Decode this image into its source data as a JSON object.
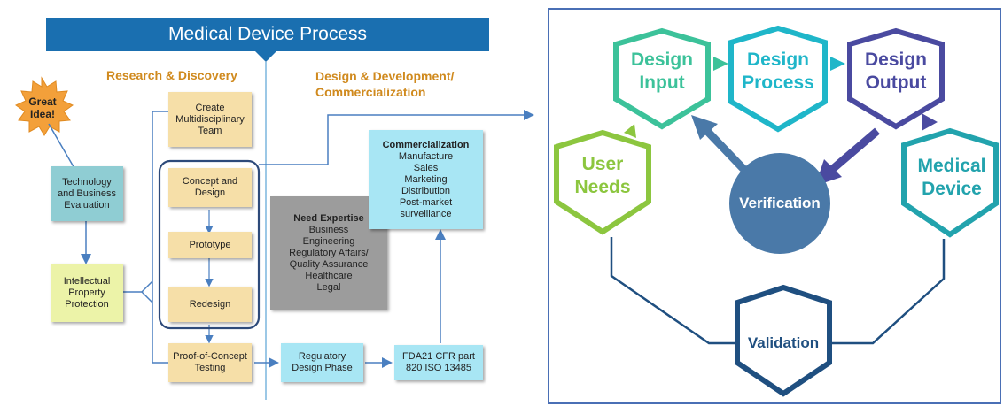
{
  "left_flowchart": {
    "banner_title": "Medical Device Process",
    "headings": {
      "research": "Research & Discovery",
      "design_dev": "Design & Development/\nCommercialization"
    },
    "great_idea": "Great\nIdea!",
    "boxes": {
      "tech_business": "Technology\nand Business\nEvaluation",
      "ip_protection": "Intellectual\nProperty\nProtection",
      "create_team": "Create\nMultidisciplinary\nTeam",
      "concept_design": "Concept and\nDesign",
      "prototype": "Prototype",
      "redesign": "Redesign",
      "proof_concept": "Proof-of-Concept\nTesting",
      "regulatory_design": "Regulatory\nDesign Phase",
      "fda": "FDA21 CFR part\n820 ISO 13485"
    },
    "need_expertise": {
      "title": "Need Expertise",
      "items": "Business\nEngineering\nRegulatory Affairs/\nQuality Assurance\nHealthcare\nLegal"
    },
    "commercialization": {
      "title": "Commercialization",
      "items": "Manufacture\nSales\nMarketing\nDistribution\nPost-market\nsurveillance"
    }
  },
  "right_cycle": {
    "nodes": {
      "user_needs": "User\nNeeds",
      "design_input": "Design\nInput",
      "design_process": "Design\nProcess",
      "design_output": "Design\nOutput",
      "medical_device": "Medical\nDevice",
      "verification": "Verification",
      "validation": "Validation"
    },
    "colors": {
      "user_needs": "#8cc63f",
      "design_input": "#3cc29a",
      "design_process": "#1fb6c9",
      "design_output": "#4a4aa0",
      "medical_device": "#22a3ad",
      "verification": "#4a79a8",
      "validation": "#1f4f80",
      "panel_border": "#4a6fb5",
      "banner": "#1a6fb0"
    }
  }
}
